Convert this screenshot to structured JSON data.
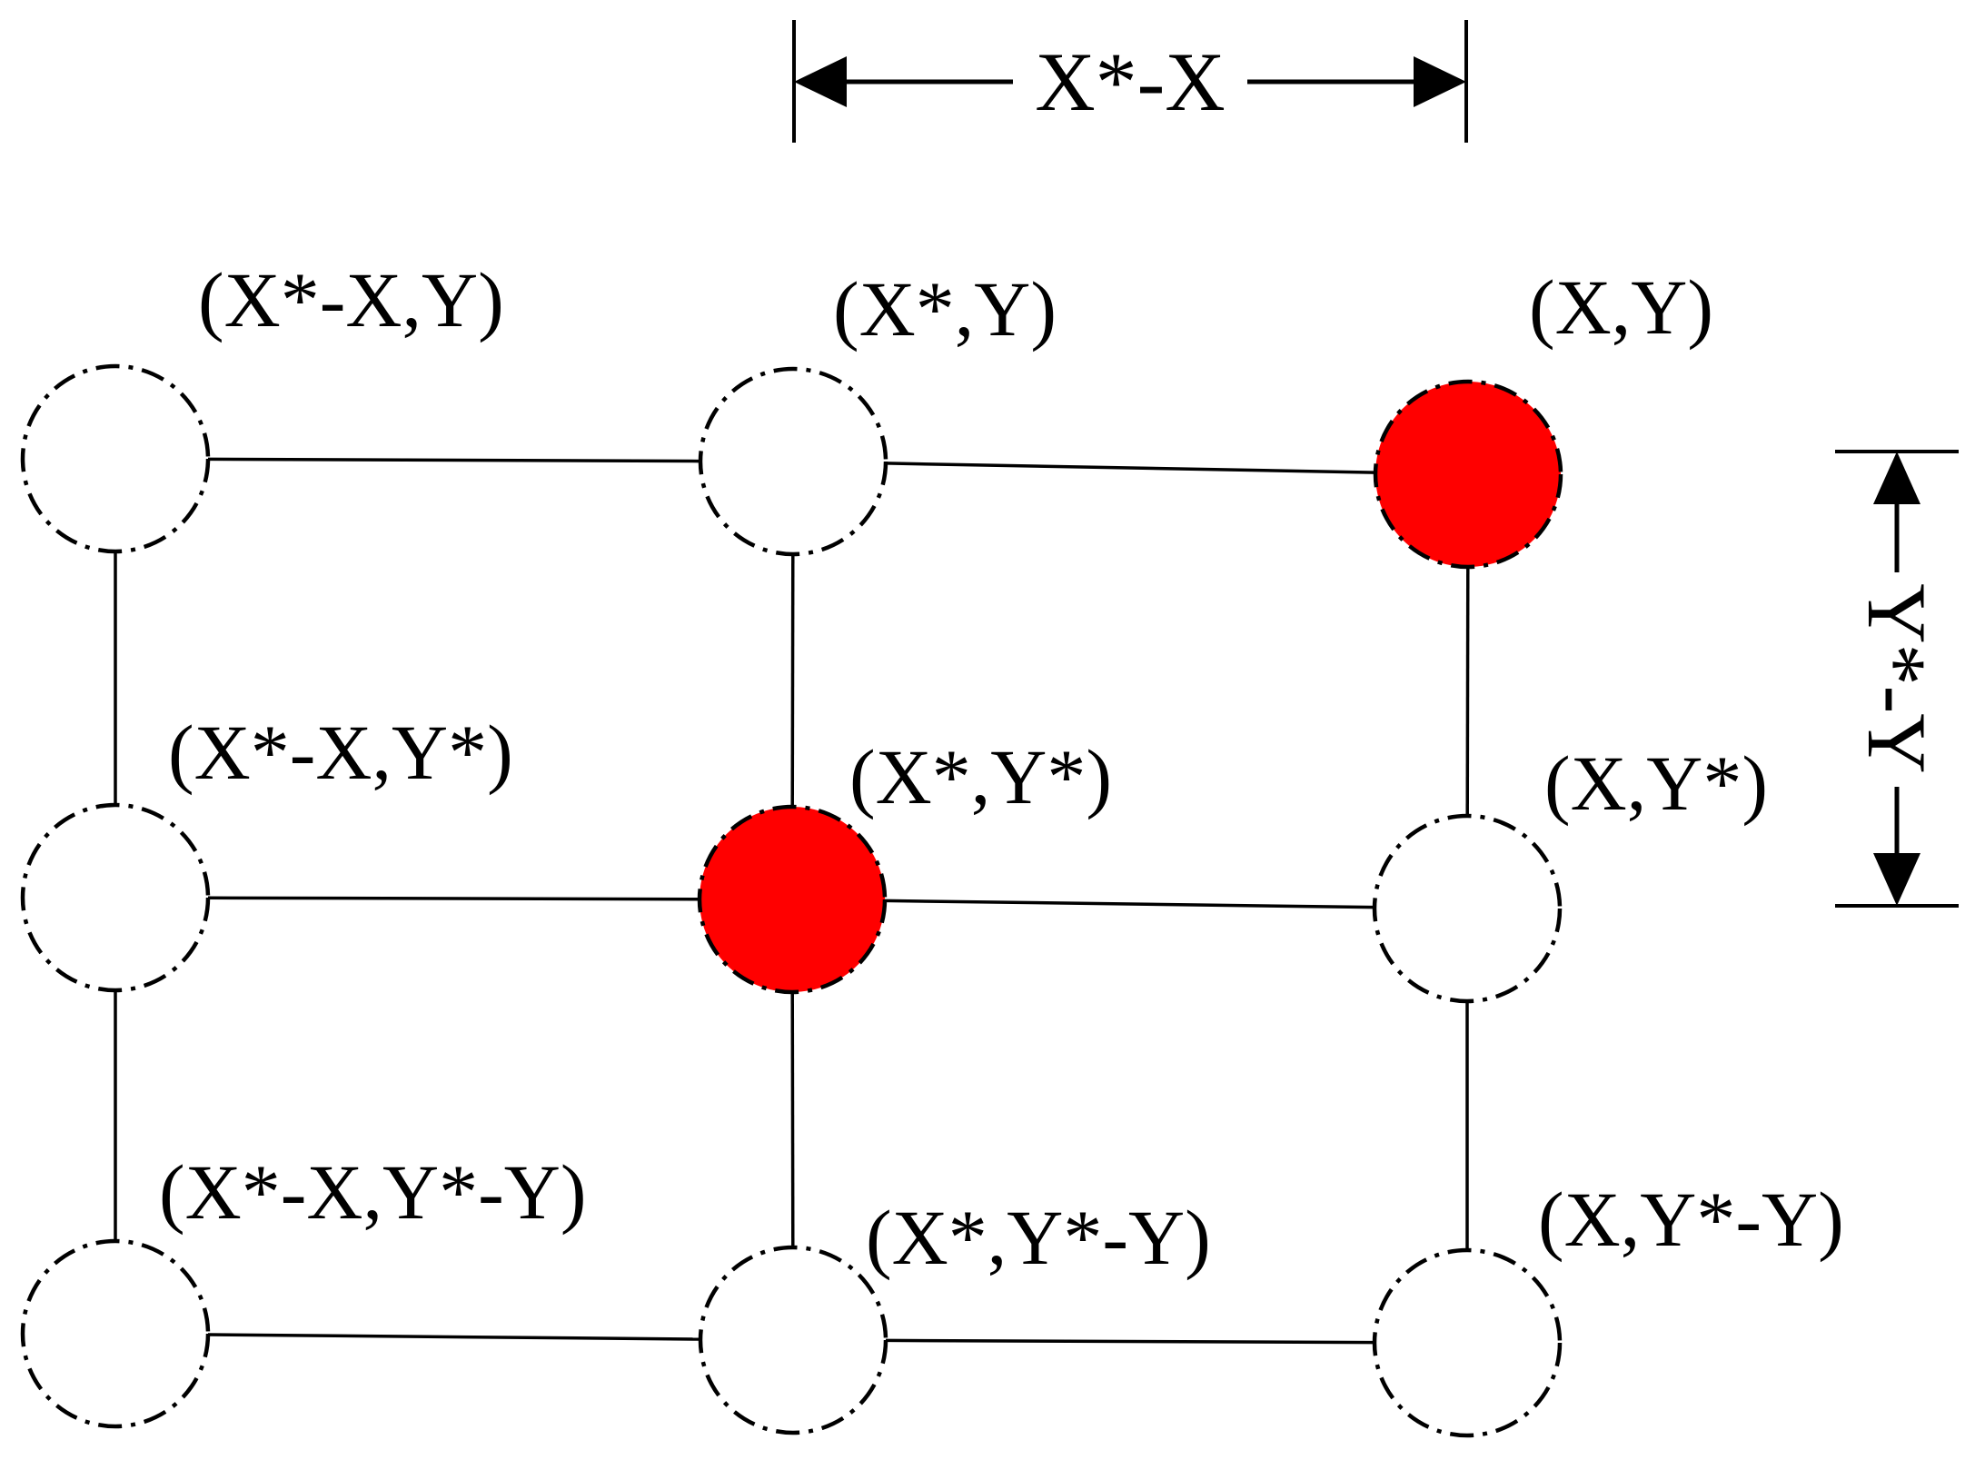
{
  "colors": {
    "active_fill": "#FF0000",
    "inactive_fill": "#FFFFFF",
    "stroke": "#000000"
  },
  "dimensions": {
    "horizontal_label": "X*-X",
    "vertical_label": "Y*-Y"
  },
  "nodes": [
    {
      "id": "x-star-minus-x-y",
      "label": "(X*-X,Y)",
      "active": false
    },
    {
      "id": "x-star-y",
      "label": "(X*,Y)",
      "active": false
    },
    {
      "id": "x-y",
      "label": "(X,Y)",
      "active": true
    },
    {
      "id": "x-star-minus-x-y-star",
      "label": "(X*-X,Y*)",
      "active": false
    },
    {
      "id": "x-star-y-star",
      "label": "(X*,Y*)",
      "active": true
    },
    {
      "id": "x-y-star",
      "label": "(X,Y*)",
      "active": false
    },
    {
      "id": "x-star-minus-x-y-star-minus-y",
      "label": "(X*-X,Y*-Y)",
      "active": false
    },
    {
      "id": "x-star-y-star-minus-y",
      "label": "(X*,Y*-Y)",
      "active": false
    },
    {
      "id": "x-y-star-minus-y",
      "label": "(X,Y*-Y)",
      "active": false
    }
  ],
  "edges": [
    [
      "x-star-minus-x-y",
      "x-star-y"
    ],
    [
      "x-star-y",
      "x-y"
    ],
    [
      "x-star-minus-x-y-star",
      "x-star-y-star"
    ],
    [
      "x-star-y-star",
      "x-y-star"
    ],
    [
      "x-star-minus-x-y-star-minus-y",
      "x-star-y-star-minus-y"
    ],
    [
      "x-star-y-star-minus-y",
      "x-y-star-minus-y"
    ],
    [
      "x-star-minus-x-y",
      "x-star-minus-x-y-star"
    ],
    [
      "x-star-minus-x-y-star",
      "x-star-minus-x-y-star-minus-y"
    ],
    [
      "x-star-y",
      "x-star-y-star"
    ],
    [
      "x-star-y-star",
      "x-star-y-star-minus-y"
    ],
    [
      "x-y",
      "x-y-star"
    ],
    [
      "x-y-star",
      "x-y-star-minus-y"
    ]
  ]
}
